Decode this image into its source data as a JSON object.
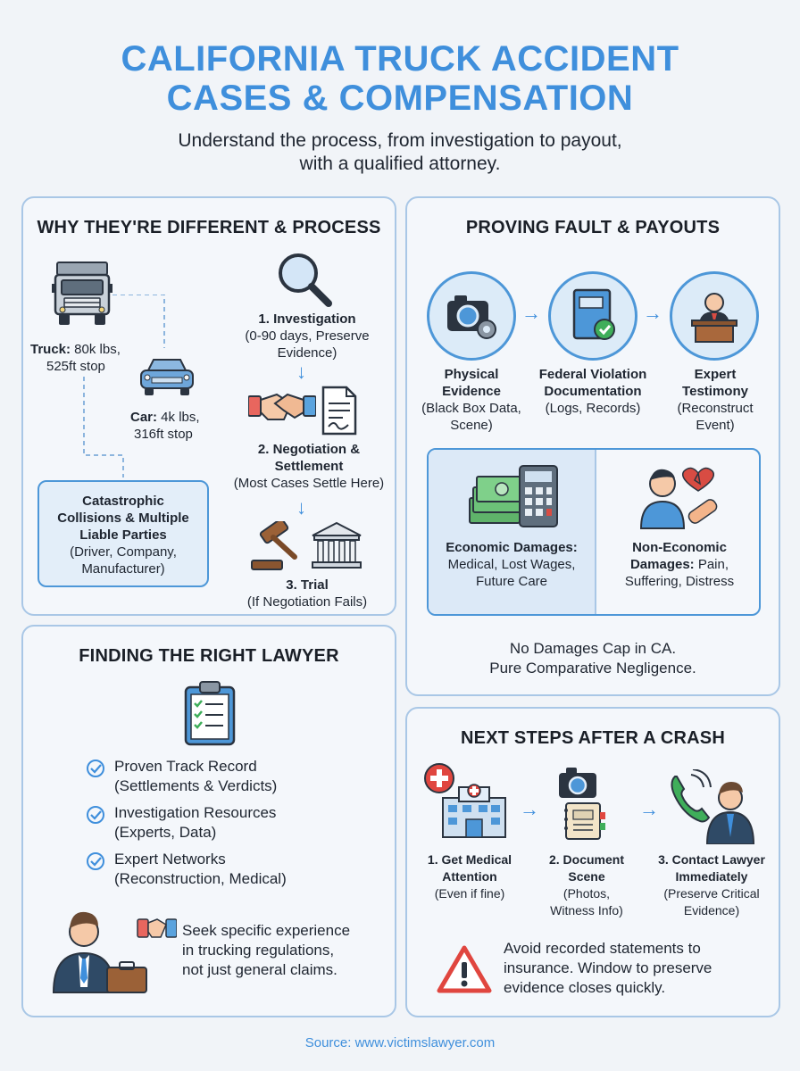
{
  "header": {
    "title_line1": "CALIFORNIA TRUCK ACCIDENT",
    "title_line2": "CASES & COMPENSATION",
    "subtitle_line1": "Understand the process, from investigation to payout,",
    "subtitle_line2": "with a qualified attorney."
  },
  "why": {
    "title": "WHY THEY'RE DIFFERENT & PROCESS",
    "truck_bold": "Truck:",
    "truck_rest": " 80k lbs,",
    "truck_line2": "525ft stop",
    "car_bold": "Car:",
    "car_rest": " 4k lbs,",
    "car_line2": "316ft stop",
    "catastrophic_line1": "Catastrophic",
    "catastrophic_line2": "Collisions & Multiple",
    "catastrophic_line3": "Liable Parties",
    "catastrophic_line4": "(Driver, Company,",
    "catastrophic_line5": "Manufacturer)",
    "step1_title": "1. Investigation",
    "step1_line1": "(0-90 days, Preserve",
    "step1_line2": "Evidence)",
    "step2_title1": "2. Negotiation &",
    "step2_title2": "Settlement",
    "step2_line1": "(Most Cases Settle Here)",
    "step3_title": "3. Trial",
    "step3_line1": "(If Negotiation Fails)"
  },
  "proving": {
    "title": "PROVING FAULT & PAYOUTS",
    "item1_t1": "Physical",
    "item1_t2": "Evidence",
    "item1_d1": "(Black Box Data,",
    "item1_d2": "Scene)",
    "item2_t1": "Federal Violation",
    "item2_t2": "Documentation",
    "item2_d1": "(Logs, Records)",
    "item3_t1": "Expert",
    "item3_t2": "Testimony",
    "item3_d1": "(Reconstruct",
    "item3_d2": "Event)",
    "econ_bold": "Economic Damages:",
    "econ_l2": "Medical, Lost Wages,",
    "econ_l3": "Future Care",
    "nonecon_bold1": "Non-Economic",
    "nonecon_bold2": "Damages:",
    "nonecon_rest": " Pain,",
    "nonecon_l3": "Suffering, Distress",
    "note_line1": "No Damages Cap in CA.",
    "note_line2": "Pure Comparative Negligence."
  },
  "lawyer": {
    "title": "FINDING THE RIGHT LAWYER",
    "items": [
      {
        "l1": "Proven Track Record",
        "l2": "(Settlements & Verdicts)"
      },
      {
        "l1": "Investigation Resources",
        "l2": "(Experts, Data)"
      },
      {
        "l1": "Expert Networks",
        "l2": "(Reconstruction, Medical)"
      }
    ],
    "seek_line1": "Seek specific experience",
    "seek_line2": "in trucking regulations,",
    "seek_line3": "not just general claims."
  },
  "next": {
    "title": "NEXT STEPS AFTER A CRASH",
    "s1_t1": "1. Get Medical",
    "s1_t2": "Attention",
    "s1_d1": "(Even if fine)",
    "s2_t1": "2. Document",
    "s2_t2": "Scene",
    "s2_d1": "(Photos,",
    "s2_d2": "Witness Info)",
    "s3_t1": "3. Contact Lawyer",
    "s3_t2": "Immediately",
    "s3_d1": "(Preserve Critical",
    "s3_d2": "Evidence)",
    "warn_line1": "Avoid recorded statements to",
    "warn_line2": "insurance. Window to preserve",
    "warn_line3": "evidence closes quickly."
  },
  "footer": {
    "source": "Source: www.victimslawyer.com"
  },
  "colors": {
    "accent": "#3f8fdc",
    "panel_border": "#a9c7e6",
    "background": "#f1f4f8"
  },
  "icons": [
    "truck-icon",
    "car-icon",
    "magnifier-icon",
    "handshake-icon",
    "document-icon",
    "gavel-icon",
    "courthouse-icon",
    "camera-gear-icon",
    "notebook-check-icon",
    "speaker-podium-icon",
    "money-calculator-icon",
    "broken-heart-person-icon",
    "clipboard-checklist-icon",
    "check-circle-icon",
    "lawyer-briefcase-icon",
    "hospital-icon",
    "camera-notebook-icon",
    "phone-lawyer-icon",
    "warning-triangle-icon"
  ]
}
